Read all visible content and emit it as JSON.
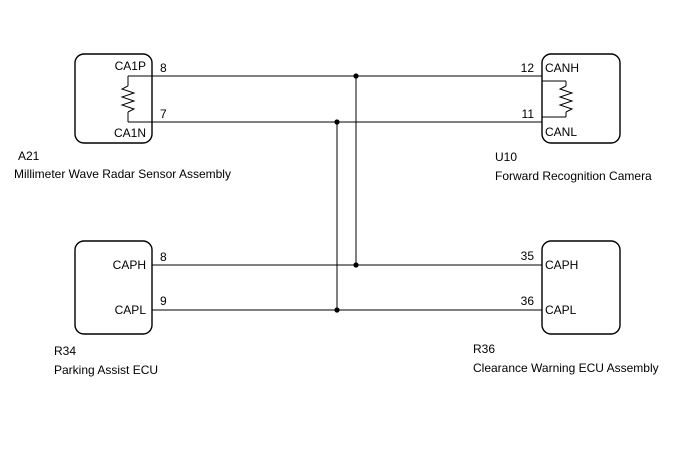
{
  "components": {
    "a21": {
      "code": "A21",
      "name": "Millimeter Wave Radar Sensor Assembly",
      "signal_high": "CA1P",
      "signal_low": "CA1N",
      "pin_high": "8",
      "pin_low": "7"
    },
    "u10": {
      "code": "U10",
      "name": "Forward Recognition Camera",
      "signal_high": "CANH",
      "signal_low": "CANL",
      "pin_high": "12",
      "pin_low": "11"
    },
    "r34": {
      "code": "R34",
      "name": "Parking Assist ECU",
      "signal_high": "CAPH",
      "signal_low": "CAPL",
      "pin_high": "8",
      "pin_low": "9"
    },
    "r36": {
      "code": "R36",
      "name": "Clearance Warning ECU Assembly",
      "signal_high": "CAPH",
      "signal_low": "CAPL",
      "pin_high": "35",
      "pin_low": "36"
    }
  }
}
